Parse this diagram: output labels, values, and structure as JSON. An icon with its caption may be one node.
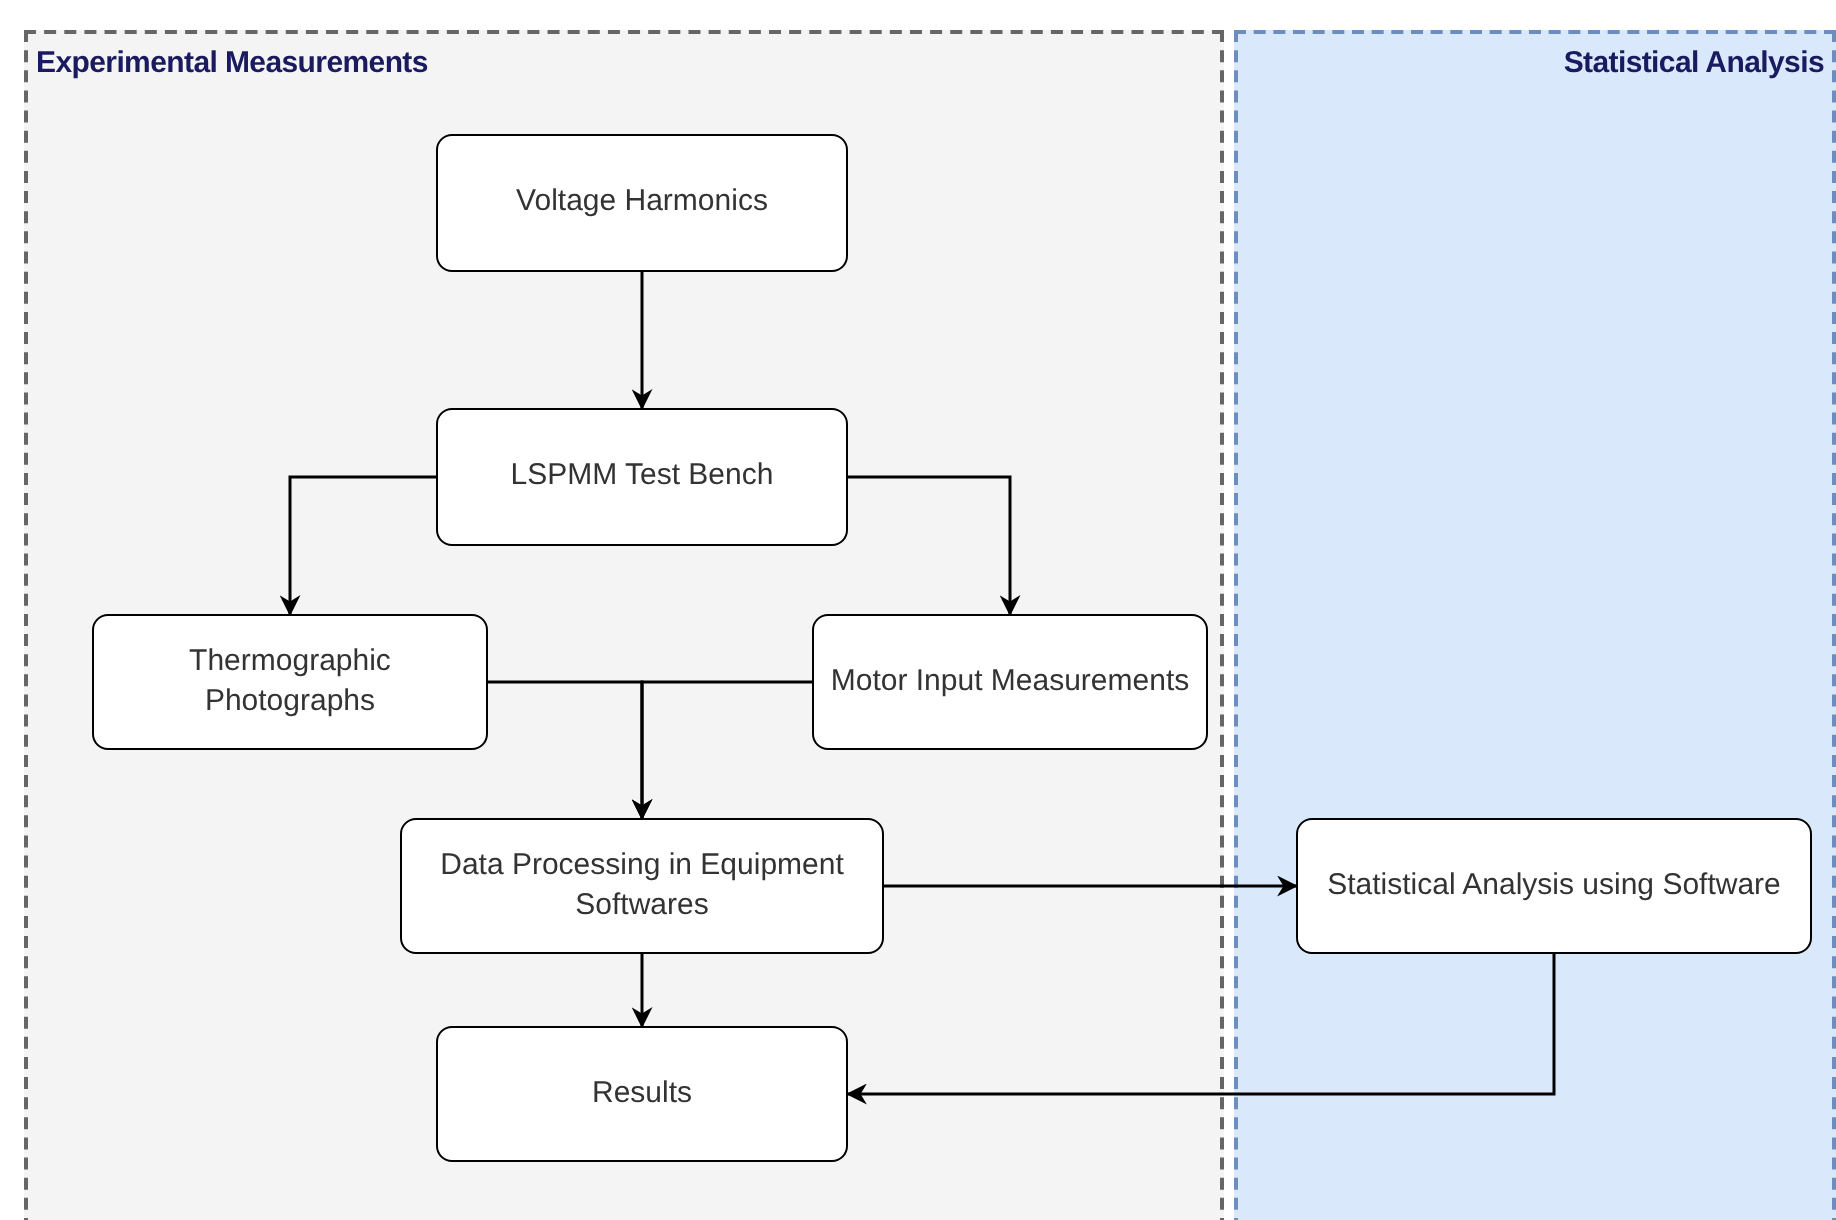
{
  "diagram": {
    "nodes": [
      {
        "text": [
          "Experimental Measurements"
        ]
      },
      {
        "text": [
          "Statistical Analysis"
        ]
      },
      {
        "text": [
          "Voltage Harmonics"
        ],
        "in": 0
      },
      {
        "text": [
          "LSPMM Test Bench"
        ],
        "in": 0
      },
      {
        "text": [
          "Thermographic Photographs"
        ],
        "in": 0
      },
      {
        "text": [
          "Motor Input Measurements"
        ],
        "in": 0
      },
      {
        "text": [
          "Data Processing in Equipment Softwares"
        ],
        "in": 0
      },
      {
        "text": [
          "Results"
        ],
        "in": 0
      },
      {
        "text": [
          "Statistical Analysis using Software"
        ],
        "in": 1
      }
    ],
    "edges": [
      {
        "from": 2,
        "to": 3,
        "arrow": "to"
      },
      {
        "from": 3,
        "to": 4,
        "arrow": "to"
      },
      {
        "from": 3,
        "to": 5,
        "arrow": "to"
      },
      {
        "from": 4,
        "to": 6,
        "arrow": "to"
      },
      {
        "from": 5,
        "to": 6,
        "arrow": "to"
      },
      {
        "from": 6,
        "to": 8,
        "arrow": "to"
      },
      {
        "from": 6,
        "to": 7,
        "arrow": "to"
      },
      {
        "from": 8,
        "to": 7,
        "arrow": "to"
      }
    ]
  }
}
